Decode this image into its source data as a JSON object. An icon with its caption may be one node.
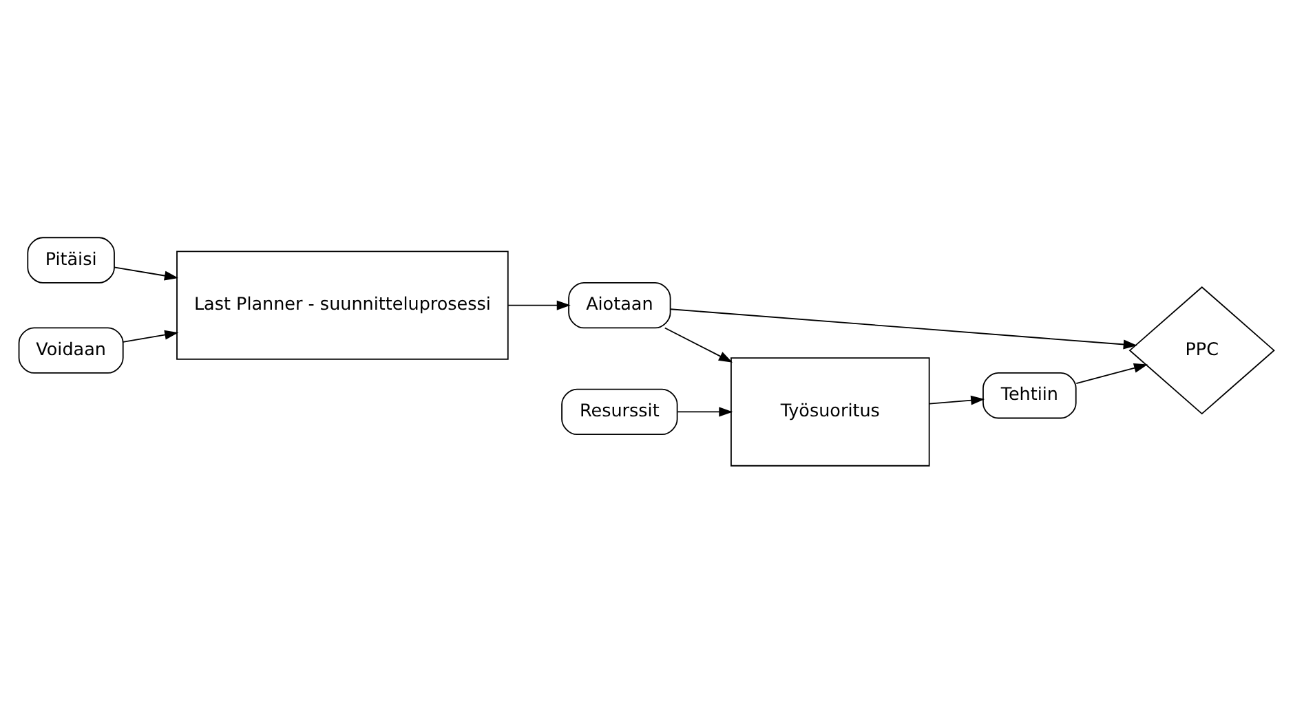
{
  "diagram": {
    "nodes": [
      {
        "text": [
          "Pitäisi"
        ]
      },
      {
        "text": [
          "Voidaan"
        ]
      },
      {
        "text": [
          "Last Planner - suunnitteluprosessi"
        ]
      },
      {
        "text": [
          "Aiotaan"
        ]
      },
      {
        "text": [
          "PPC"
        ]
      },
      {
        "text": [
          "Resurssit"
        ]
      },
      {
        "text": [
          "Työsuoritus"
        ]
      },
      {
        "text": [
          "Tehtiin"
        ]
      }
    ],
    "edges": [
      {
        "from": 0,
        "to": 2,
        "arrow": "to"
      },
      {
        "from": 1,
        "to": 2,
        "arrow": "to"
      },
      {
        "from": 2,
        "to": 3,
        "arrow": "to"
      },
      {
        "from": 3,
        "to": 4,
        "arrow": "to"
      },
      {
        "from": 3,
        "to": 6,
        "arrow": "to"
      },
      {
        "from": 5,
        "to": 6,
        "arrow": "to"
      },
      {
        "from": 6,
        "to": 7,
        "arrow": "to"
      },
      {
        "from": 7,
        "to": 4,
        "arrow": "to"
      }
    ]
  }
}
